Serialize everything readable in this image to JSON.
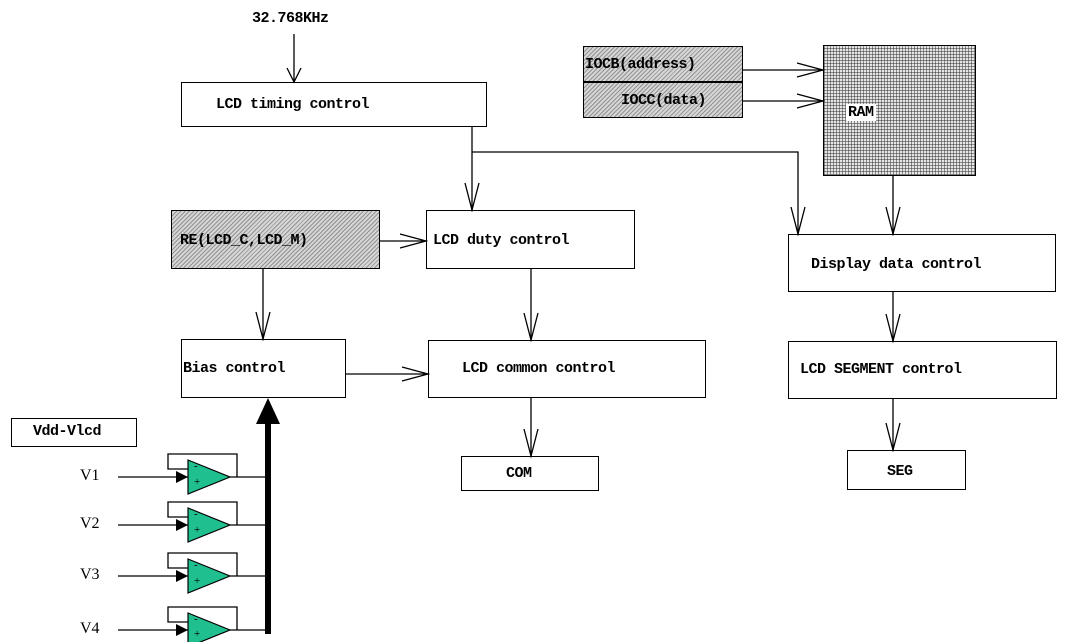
{
  "clock": {
    "label": "32.768KHz"
  },
  "blocks": {
    "lcd_timing_control": "LCD timing control",
    "iocb_address": "IOCB(address)",
    "iocc_data": "IOCC(data)",
    "ram": "RAM",
    "re_register": "RE(LCD_C,LCD_M)",
    "lcd_duty_control": "LCD duty control",
    "display_data_control": "Display data control",
    "bias_control": "Bias control",
    "lcd_common_control": "LCD common control",
    "lcd_segment_control": "LCD SEGMENT control",
    "com": "COM",
    "seg": "SEG",
    "vdd_vlcd": "Vdd-Vlcd"
  },
  "voltages": [
    "V1",
    "V2",
    "V3",
    "V4"
  ],
  "opamp_signs": {
    "minus": "-",
    "plus": "+"
  },
  "colors": {
    "opamp_fill": "#1fbf8f",
    "line": "#000000"
  }
}
